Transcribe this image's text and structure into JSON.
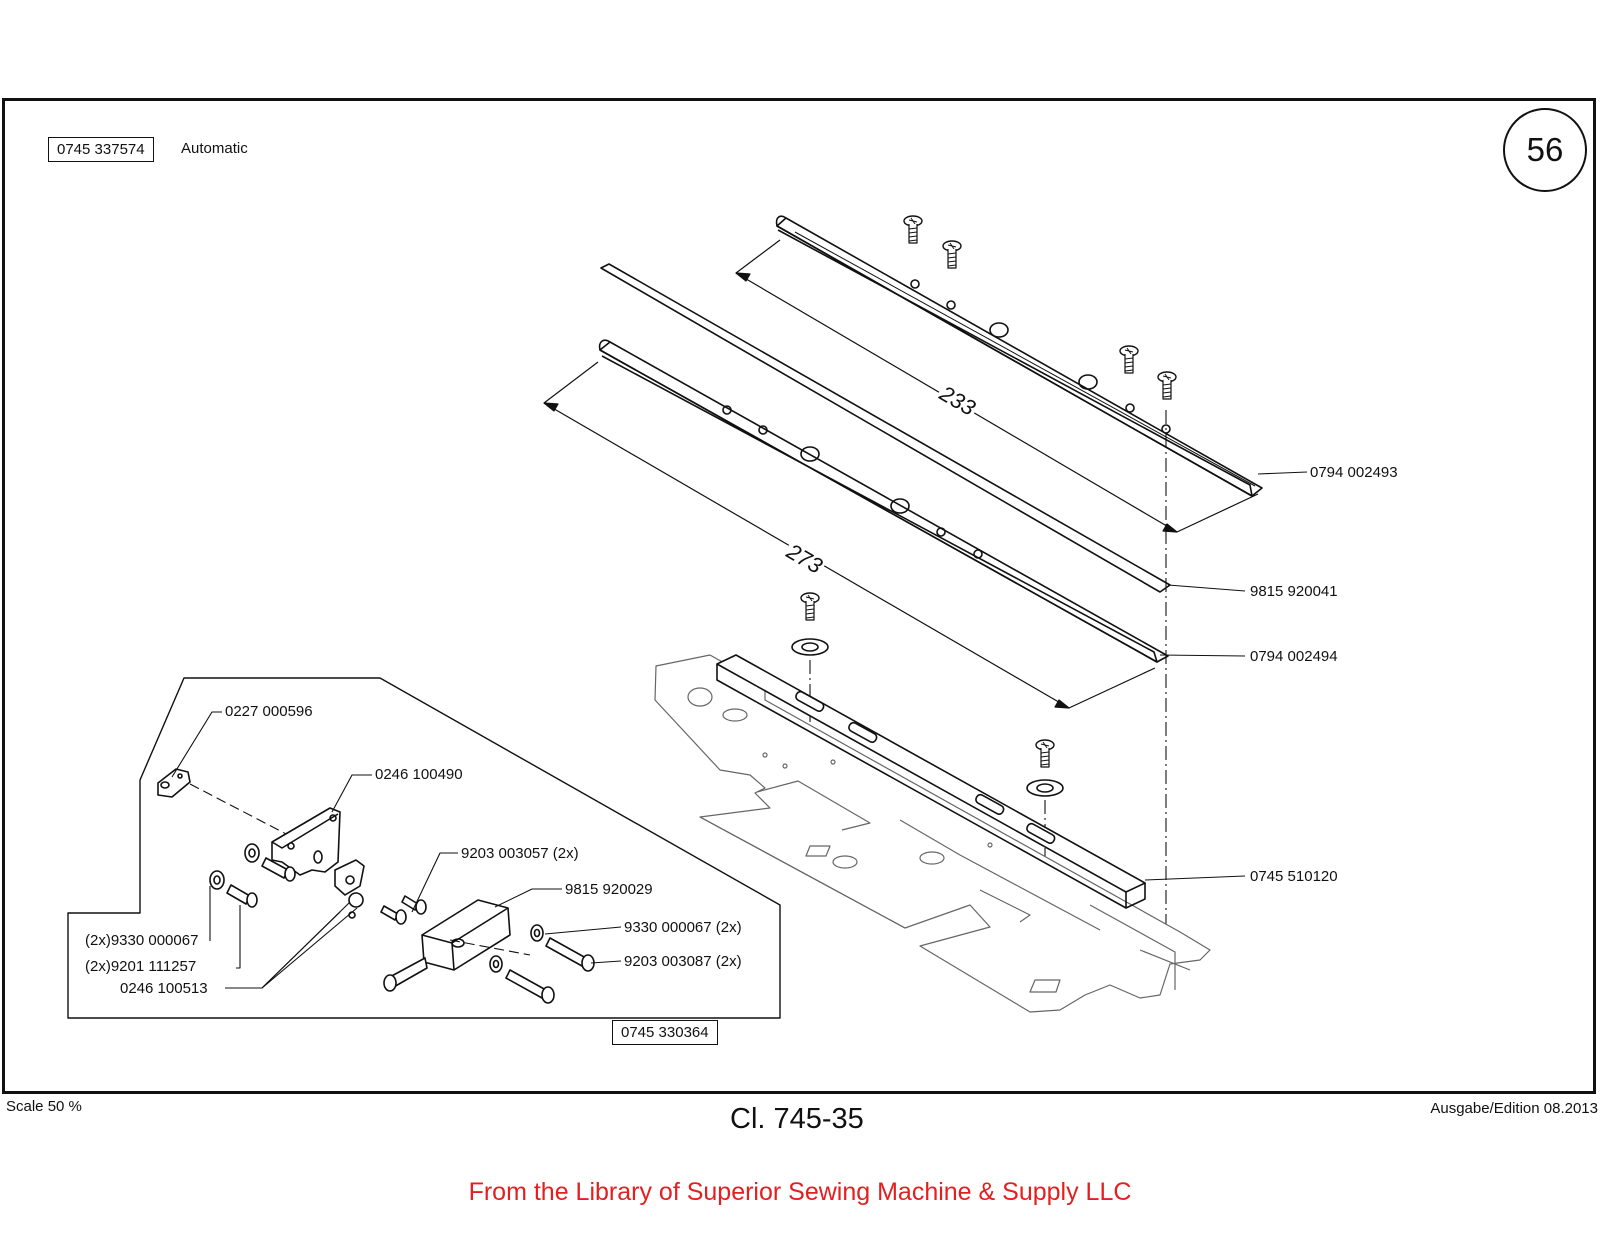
{
  "header": {
    "assembly_number": "0745 337574",
    "assembly_label": "Automatic",
    "page_number": "56"
  },
  "callouts": {
    "upper_rail": "0794 002493",
    "strip": "9815 920041",
    "lower_rail": "0794 002494",
    "guide_bar": "0745 510120",
    "washer_small": "0227 000596",
    "bracket": "0246 100490",
    "bracket_screws": "9203 003057 (2x)",
    "cylinder": "9815 920029",
    "washer_right": "9330 000067  (2x)",
    "screw_right": "9203 003087  (2x)",
    "washer_left": "(2x)9330 000067",
    "screw_left": "(2x)9201 111257",
    "fitting": "0246 100513",
    "subassembly_number": "0745 330364"
  },
  "dimensions": {
    "upper_length": "233",
    "lower_length": "273"
  },
  "footer": {
    "scale": "Scale 50 %",
    "class_label": "Cl. 745-35",
    "edition": "Ausgabe/Edition 08.2013",
    "library_note": "From the Library of Superior Sewing Machine & Supply LLC"
  },
  "colors": {
    "line": "#111111",
    "library_note": "#e41f1f"
  }
}
